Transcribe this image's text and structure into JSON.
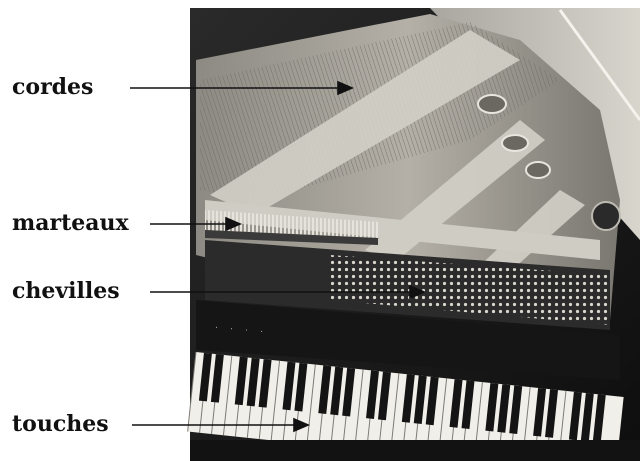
{
  "labels": {
    "strings": "cordes",
    "hammers": "marteaux",
    "pins": "chevilles",
    "keys": "touches"
  },
  "colors": {
    "background": "#ffffff",
    "text": "#111111",
    "arrow": "#111111",
    "piano_dark": "#1b1b1b",
    "piano_frame": "#c9c6be",
    "piano_soundboard": "#9c9890"
  }
}
